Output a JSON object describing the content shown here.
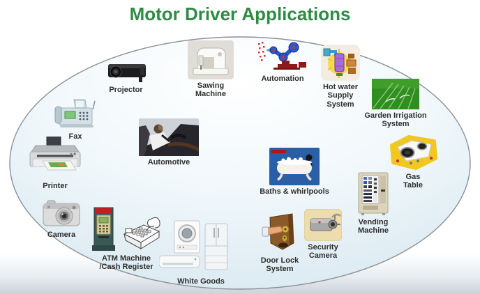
{
  "title": "Motor Driver Applications",
  "colors": {
    "title_green": "#2e8b44",
    "label_text": "#2e2e2e",
    "ellipse_stroke": "#8a9096",
    "ellipse_fill_top": "#ffffff",
    "ellipse_fill_edge": "#d5e6ef"
  },
  "items": [
    {
      "name": "projector",
      "label": "Projector"
    },
    {
      "name": "sawing-machine",
      "label": "Sawing\nMachine"
    },
    {
      "name": "automation",
      "label": "Automation"
    },
    {
      "name": "hot-water-supply-system",
      "label": "Hot water\nSupply\nSystem"
    },
    {
      "name": "garden-irrigation-system",
      "label": "Garden Irrigation\nSystem"
    },
    {
      "name": "gas-table",
      "label": "Gas\nTable"
    },
    {
      "name": "vending-machine",
      "label": "Vending\nMachine"
    },
    {
      "name": "security-camera",
      "label": "Security\nCamera"
    },
    {
      "name": "door-lock-system",
      "label": "Door Lock\nSystem"
    },
    {
      "name": "baths-whirlpools",
      "label": "Baths & whirlpools"
    },
    {
      "name": "white-goods",
      "label": "White Goods"
    },
    {
      "name": "atm-cash-register",
      "label": "ATM Machine\n/Cash Register"
    },
    {
      "name": "camera",
      "label": "Camera"
    },
    {
      "name": "printer",
      "label": "Printer"
    },
    {
      "name": "fax",
      "label": "Fax"
    },
    {
      "name": "automotive",
      "label": "Automotive"
    }
  ]
}
